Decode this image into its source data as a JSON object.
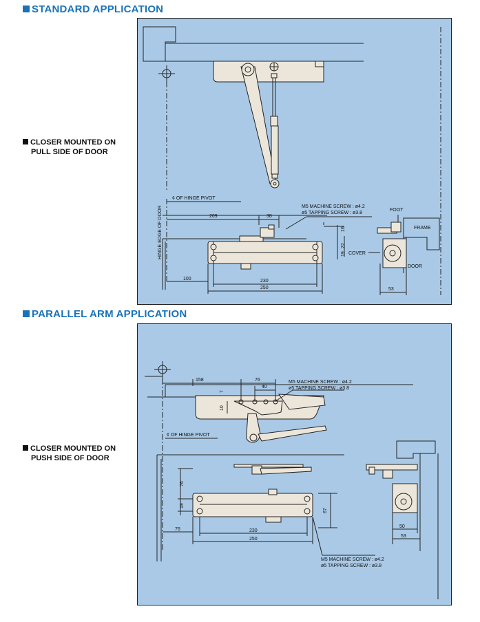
{
  "colors": {
    "accent": "#1a73b8",
    "panel": "#a9c9e6",
    "part": "#ece6da"
  },
  "standard": {
    "title": "STANDARD APPLICATION",
    "label_line1": "CLOSER MOUNTED ON",
    "label_line2": "PULL SIDE OF DOOR",
    "hinge_pivot": "¢ OF HINGE PIVOT",
    "hinge_edge": "HINGE EDGE OF DOOR",
    "screw1": "M5 MACHINE SCREW : ø4.2",
    "screw2": "ø5 TAPPING SCREW : ø3.8",
    "foot": "FOOT",
    "frame": "FRAME",
    "cover": "COVER",
    "door": "DOOR",
    "d209": "209",
    "d38": "38",
    "d16": "16",
    "d22": "22",
    "d19": "19",
    "d100": "100",
    "d230": "230",
    "d250": "250",
    "d53": "53"
  },
  "parallel": {
    "title": "PARALLEL ARM APPLICATION",
    "label_line1": "CLOSER MOUNTED ON",
    "label_line2": "PUSH SIDE OF DOOR",
    "hinge_pivot": "¢ OF HINGE PIVOT",
    "screw1": "M5 MACHINE SCREW : ø4.2",
    "screw2": "ø5 TAPPING SCREW : ø3.8",
    "screw3": "M5 MACHINE SCREW : ø4.2",
    "screw4": "ø5 TAPPING SCREW : ø3.8",
    "d158": "158",
    "d76a": "76",
    "d40": "40",
    "d7": "7",
    "d10": "10",
    "d76b": "76",
    "d19": "19",
    "d67": "67",
    "d76c": "76",
    "d230": "230",
    "d250": "250",
    "d50": "50",
    "d53": "53"
  }
}
